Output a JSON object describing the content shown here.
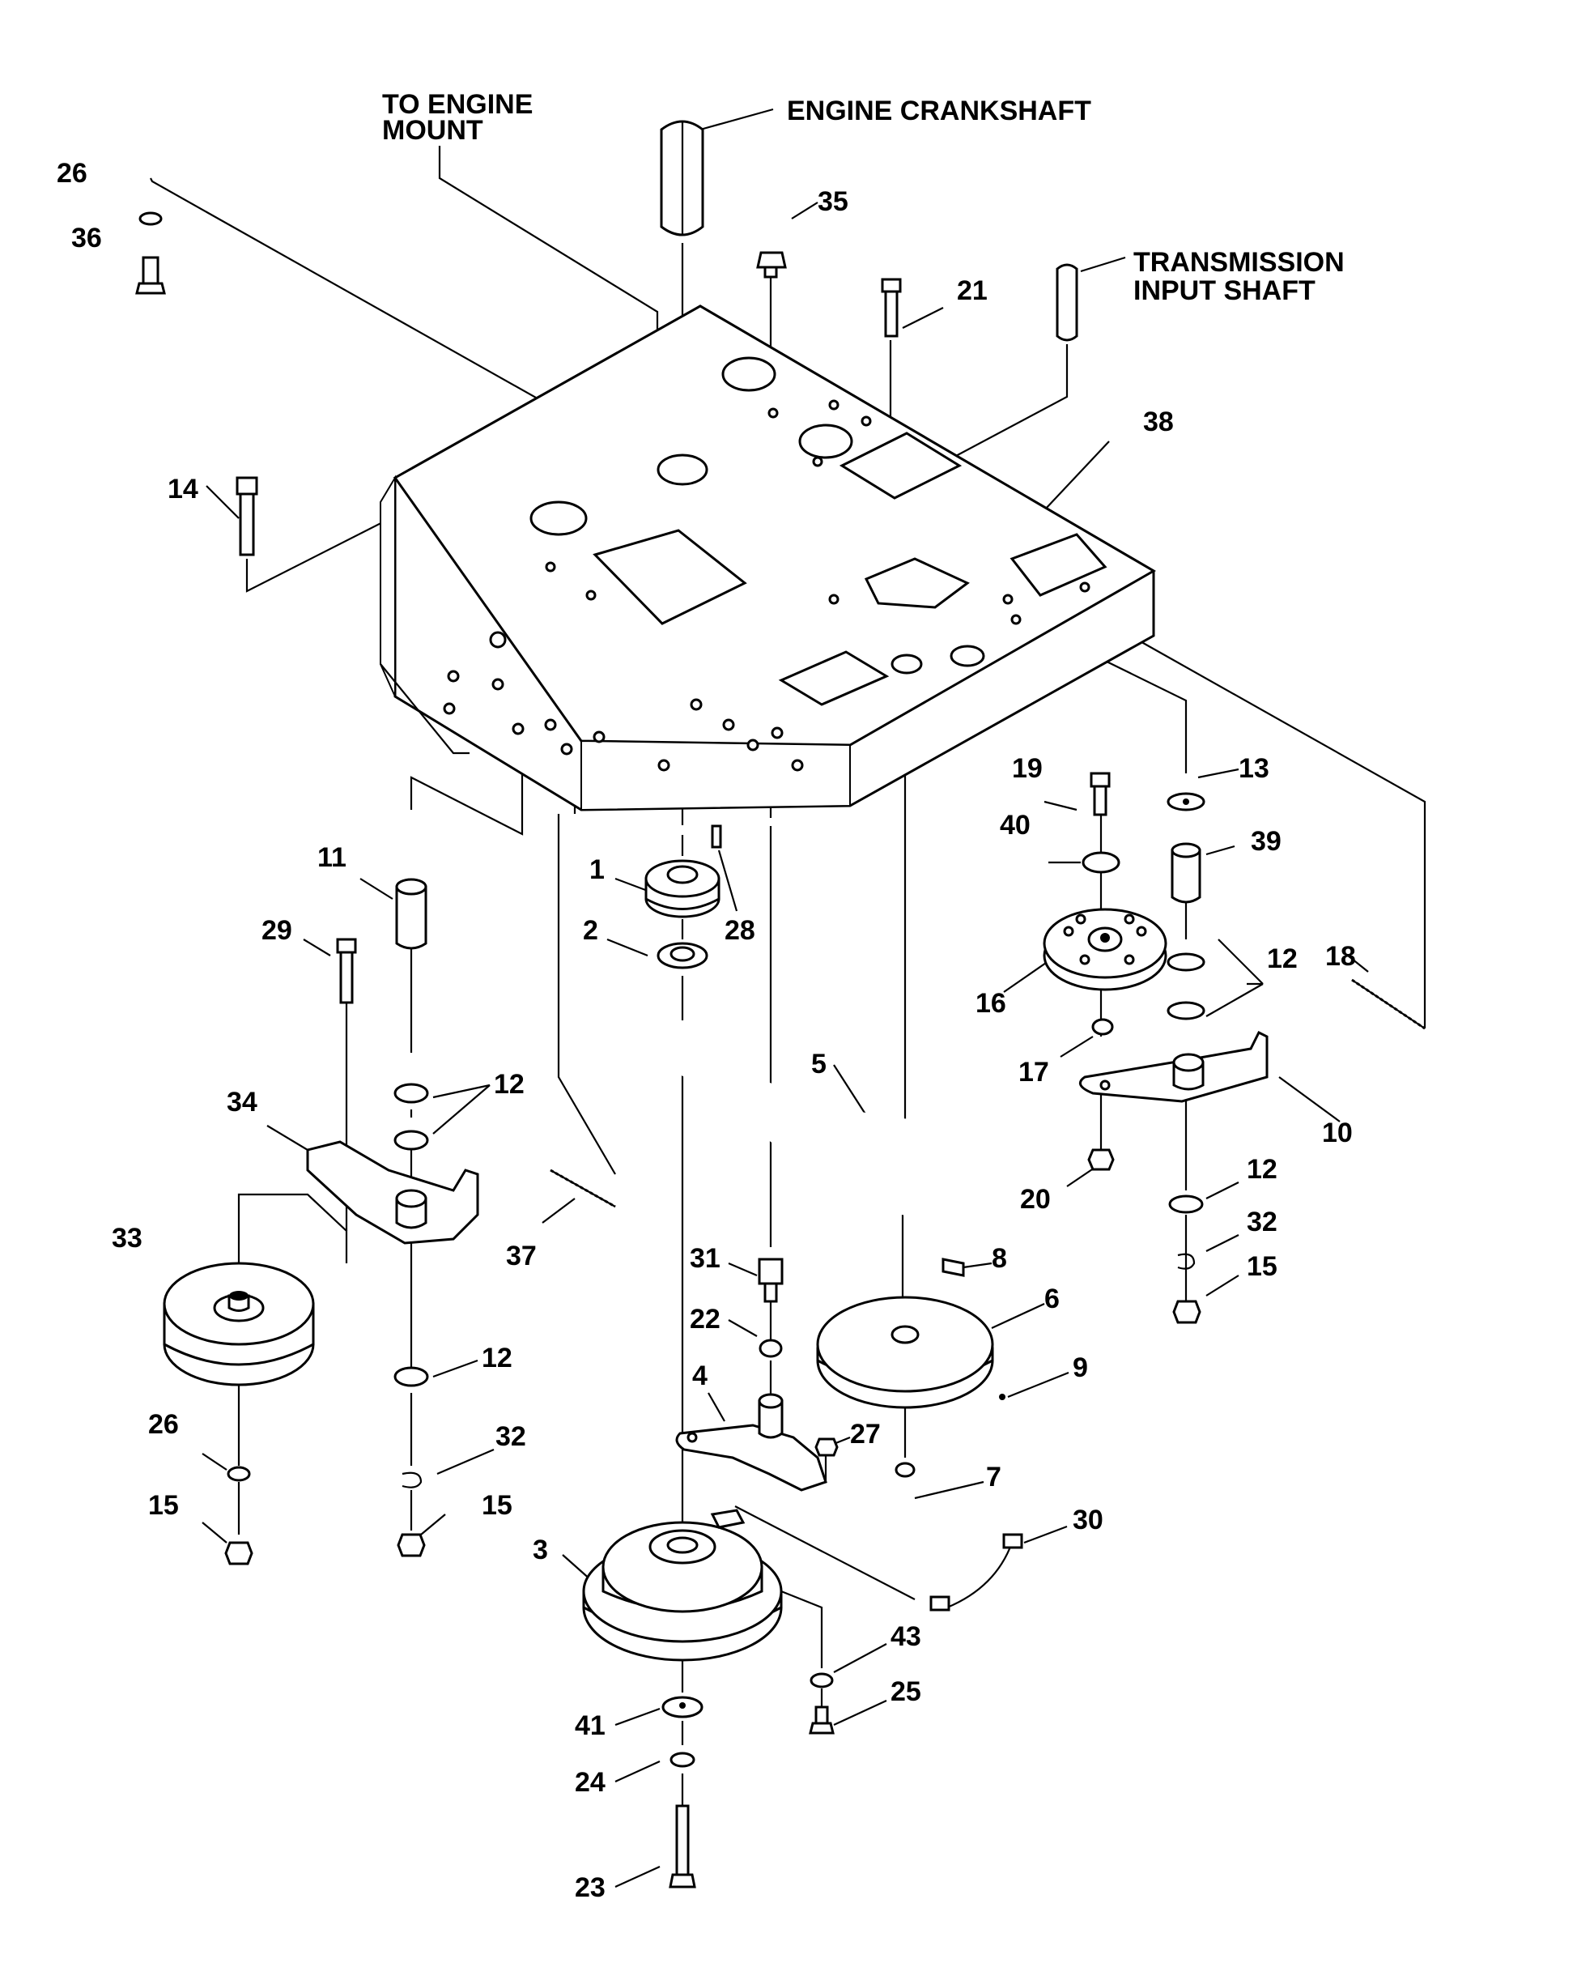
{
  "diagram": {
    "callouts": {
      "to_engine_mount": [
        "TO ENGINE",
        "MOUNT"
      ],
      "engine_crankshaft": "ENGINE CRANKSHAFT",
      "transmission_input_shaft": [
        "TRANSMISSION",
        "INPUT SHAFT"
      ]
    },
    "part_numbers": [
      {
        "id": "p26a",
        "label": "26"
      },
      {
        "id": "p36",
        "label": "36"
      },
      {
        "id": "p35",
        "label": "35"
      },
      {
        "id": "p21",
        "label": "21"
      },
      {
        "id": "p14",
        "label": "14"
      },
      {
        "id": "p38",
        "label": "38"
      },
      {
        "id": "p19",
        "label": "19"
      },
      {
        "id": "p13",
        "label": "13"
      },
      {
        "id": "p40",
        "label": "40"
      },
      {
        "id": "p39",
        "label": "39"
      },
      {
        "id": "p11",
        "label": "11"
      },
      {
        "id": "p1",
        "label": "1"
      },
      {
        "id": "p28",
        "label": "28"
      },
      {
        "id": "p29",
        "label": "29"
      },
      {
        "id": "p2",
        "label": "2"
      },
      {
        "id": "p18",
        "label": "18"
      },
      {
        "id": "p12a",
        "label": "12"
      },
      {
        "id": "p16",
        "label": "16"
      },
      {
        "id": "p5",
        "label": "5"
      },
      {
        "id": "p17",
        "label": "17"
      },
      {
        "id": "p12b",
        "label": "12"
      },
      {
        "id": "p34",
        "label": "34"
      },
      {
        "id": "p10",
        "label": "10"
      },
      {
        "id": "p12c",
        "label": "12"
      },
      {
        "id": "p20",
        "label": "20"
      },
      {
        "id": "p33",
        "label": "33"
      },
      {
        "id": "p37",
        "label": "37"
      },
      {
        "id": "p32a",
        "label": "32"
      },
      {
        "id": "p31",
        "label": "31"
      },
      {
        "id": "p8",
        "label": "8"
      },
      {
        "id": "p15a",
        "label": "15"
      },
      {
        "id": "p6",
        "label": "6"
      },
      {
        "id": "p22",
        "label": "22"
      },
      {
        "id": "p12d",
        "label": "12"
      },
      {
        "id": "p4",
        "label": "4"
      },
      {
        "id": "p9",
        "label": "9"
      },
      {
        "id": "p26b",
        "label": "26"
      },
      {
        "id": "p32b",
        "label": "32"
      },
      {
        "id": "p27",
        "label": "27"
      },
      {
        "id": "p7",
        "label": "7"
      },
      {
        "id": "p15b",
        "label": "15"
      },
      {
        "id": "p15c",
        "label": "15"
      },
      {
        "id": "p30",
        "label": "30"
      },
      {
        "id": "p3",
        "label": "3"
      },
      {
        "id": "p43",
        "label": "43"
      },
      {
        "id": "p25",
        "label": "25"
      },
      {
        "id": "p41",
        "label": "41"
      },
      {
        "id": "p24",
        "label": "24"
      },
      {
        "id": "p23",
        "label": "23"
      }
    ]
  }
}
